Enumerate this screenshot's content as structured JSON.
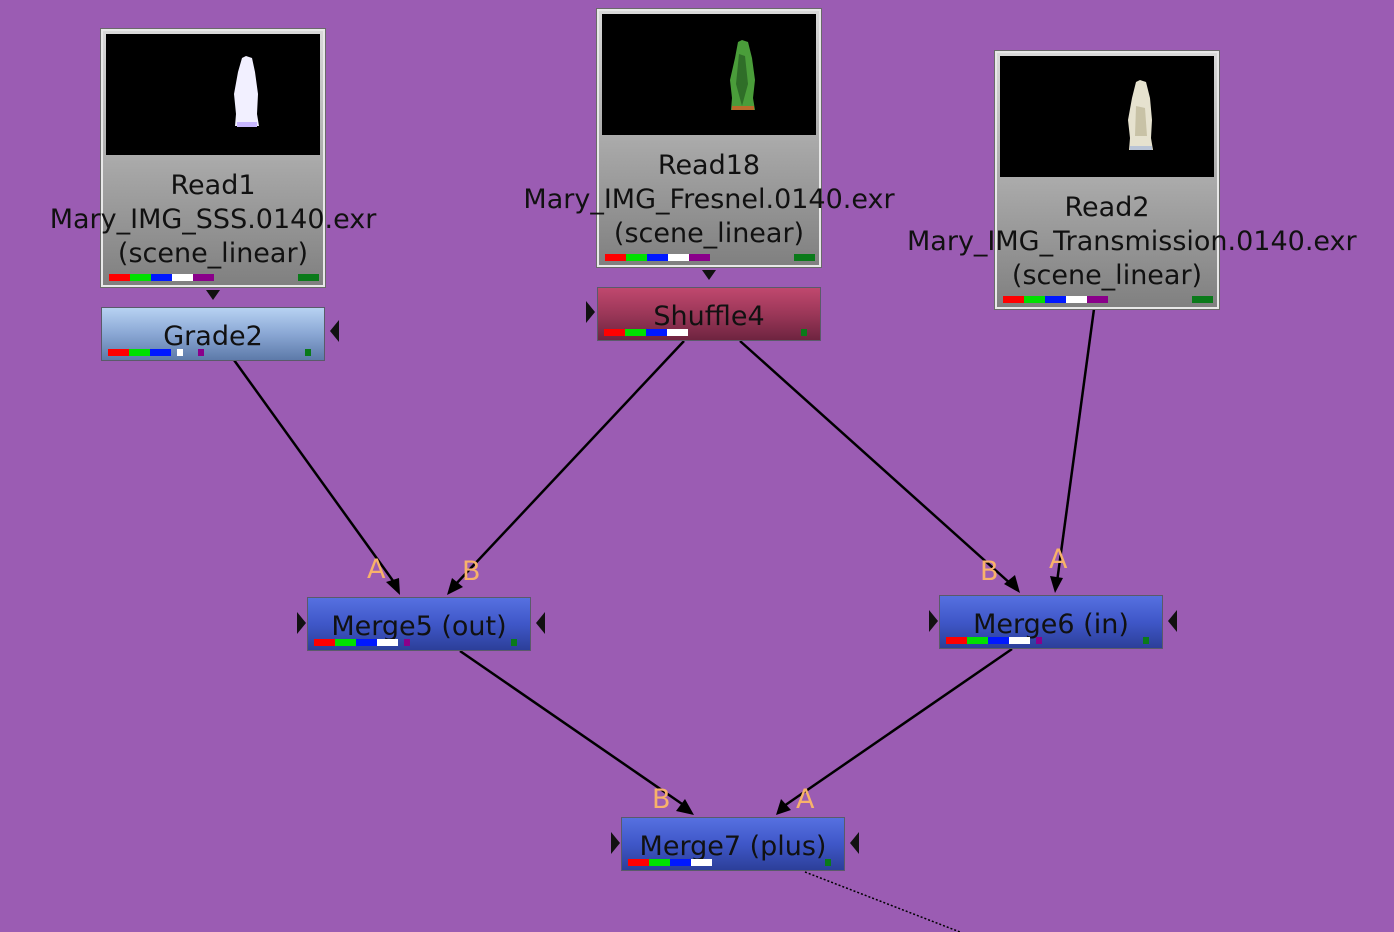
{
  "nodes": {
    "read1": {
      "name": "Read1",
      "file": "Mary_IMG_SSS.0140.exr",
      "colorspace": "(scene_linear)"
    },
    "read18": {
      "name": "Read18",
      "file": "Mary_IMG_Fresnel.0140.exr",
      "colorspace": "(scene_linear)"
    },
    "read2": {
      "name": "Read2",
      "file": "Mary_IMG_Transmission.0140.exr",
      "colorspace": "(scene_linear)"
    },
    "grade2": {
      "label": "Grade2"
    },
    "shuffle4": {
      "label": "Shuffle4"
    },
    "merge5": {
      "label": "Merge5 (out)",
      "input_a": "A",
      "input_b": "B"
    },
    "merge6": {
      "label": "Merge6 (in)",
      "input_a": "A",
      "input_b": "B"
    },
    "merge7": {
      "label": "Merge7 (plus)",
      "input_a": "A",
      "input_b": "B"
    }
  },
  "colors": {
    "background": "#9b5cb3",
    "input_label": "#f8b26a",
    "merge_node": "#3f57c8",
    "grade_node": "#8aa7d4",
    "shuffle_node": "#9b3758",
    "read_node": "#a6a6a6"
  }
}
